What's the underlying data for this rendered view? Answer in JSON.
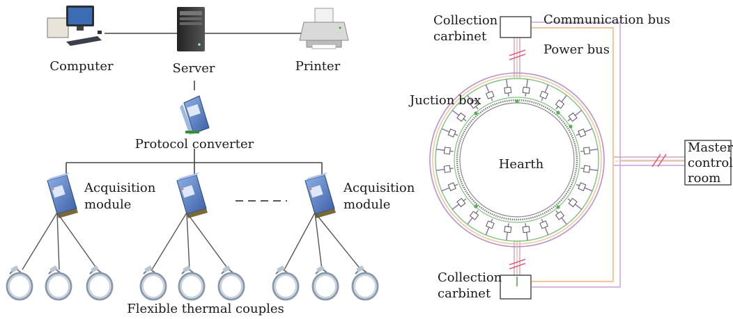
{
  "labels": {
    "computer": "Computer",
    "server": "Server",
    "printer": "Printer",
    "protocol_converter": "Protocol converter",
    "acquisition_module_left_1": "Acquisition",
    "acquisition_module_left_2": "module",
    "acquisition_module_right_1": "Acquisition",
    "acquisition_module_right_2": "module",
    "flexible_thermal_couples": "Flexible thermal couples",
    "collection_top_1": "Collection",
    "collection_top_2": "carbinet",
    "communication_bus": "Communication bus",
    "power_bus": "Power bus",
    "junction_box": "Juction box",
    "hearth": "Hearth",
    "master_1": "Master-",
    "master_2": "control",
    "master_3": "room",
    "collection_bottom_1": "Collection",
    "collection_bottom_2": "carbinet"
  },
  "icons": {
    "computer": "computer-icon",
    "server": "server-tower-icon",
    "printer": "printer-icon",
    "protocol_converter": "protocol-converter-icon",
    "acquisition_module": "acquisition-module-icon",
    "thermocouple": "thermocouple-coil-icon"
  },
  "colors": {
    "module_blue": "#5f84c8",
    "communication_bus": "#c8a0d8",
    "power_bus": "#f0c8a0",
    "ring_green": "#7fc07f",
    "dot_green": "#4fb34f",
    "break_mark": "#e0607a"
  }
}
